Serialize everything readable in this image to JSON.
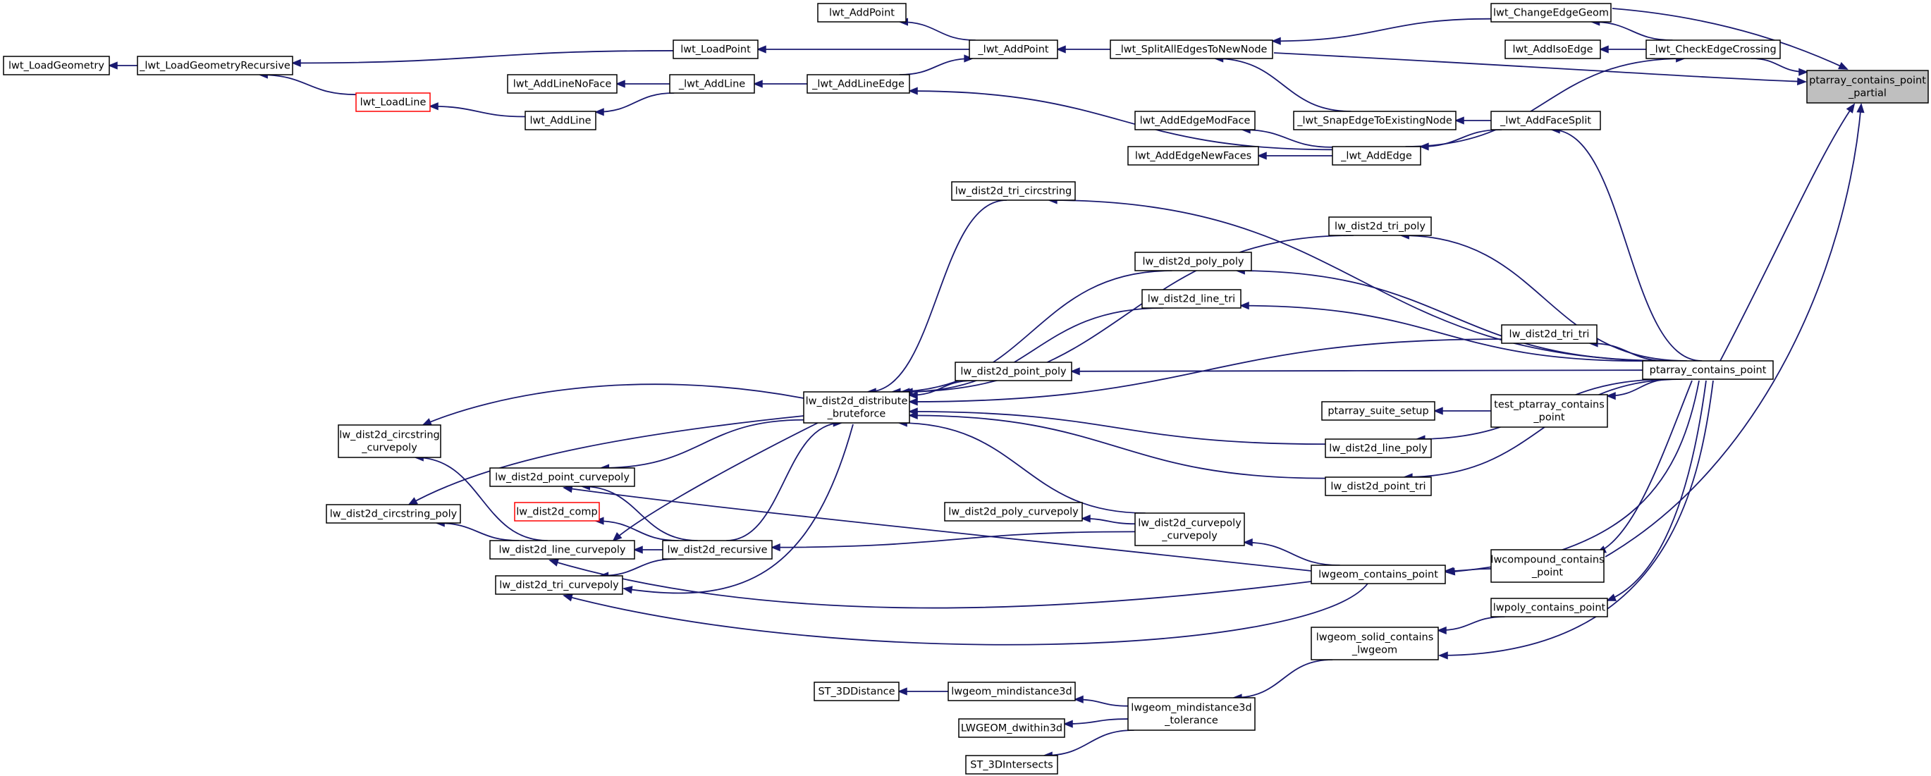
{
  "graph": {
    "root": "ptarray_contains_point_partial",
    "nodes": [
      {
        "id": "ptarray_contains_point_partial",
        "lines": [
          "ptarray_contains_point",
          "_partial"
        ],
        "style": "root"
      },
      {
        "id": "lwt_LoadGeometry",
        "lines": [
          "lwt_LoadGeometry"
        ],
        "style": "normal"
      },
      {
        "id": "_lwt_LoadGeometryRecursive",
        "lines": [
          "_lwt_LoadGeometryRecursive"
        ],
        "style": "normal"
      },
      {
        "id": "lwt_LoadPoint",
        "lines": [
          "lwt_LoadPoint"
        ],
        "style": "normal"
      },
      {
        "id": "lwt_AddPoint",
        "lines": [
          "lwt_AddPoint"
        ],
        "style": "normal"
      },
      {
        "id": "_lwt_AddPoint",
        "lines": [
          "_lwt_AddPoint"
        ],
        "style": "normal"
      },
      {
        "id": "_lwt_SplitAllEdgesToNewNode",
        "lines": [
          "_lwt_SplitAllEdgesToNewNode"
        ],
        "style": "normal"
      },
      {
        "id": "lwt_ChangeEdgeGeom",
        "lines": [
          "lwt_ChangeEdgeGeom"
        ],
        "style": "normal"
      },
      {
        "id": "lwt_AddIsoEdge",
        "lines": [
          "lwt_AddIsoEdge"
        ],
        "style": "normal"
      },
      {
        "id": "_lwt_CheckEdgeCrossing",
        "lines": [
          "_lwt_CheckEdgeCrossing"
        ],
        "style": "normal"
      },
      {
        "id": "lwt_LoadLine",
        "lines": [
          "lwt_LoadLine"
        ],
        "style": "red"
      },
      {
        "id": "lwt_AddLineNoFace",
        "lines": [
          "lwt_AddLineNoFace"
        ],
        "style": "normal"
      },
      {
        "id": "_lwt_AddLine",
        "lines": [
          "_lwt_AddLine"
        ],
        "style": "normal"
      },
      {
        "id": "_lwt_AddLineEdge",
        "lines": [
          "_lwt_AddLineEdge"
        ],
        "style": "normal"
      },
      {
        "id": "lwt_AddLine",
        "lines": [
          "lwt_AddLine"
        ],
        "style": "normal"
      },
      {
        "id": "_lwt_SnapEdgeToExistingNode",
        "lines": [
          "_lwt_SnapEdgeToExistingNode"
        ],
        "style": "normal"
      },
      {
        "id": "_lwt_AddFaceSplit",
        "lines": [
          "_lwt_AddFaceSplit"
        ],
        "style": "normal"
      },
      {
        "id": "lwt_AddEdgeModFace",
        "lines": [
          "lwt_AddEdgeModFace"
        ],
        "style": "normal"
      },
      {
        "id": "lwt_AddEdgeNewFaces",
        "lines": [
          "lwt_AddEdgeNewFaces"
        ],
        "style": "normal"
      },
      {
        "id": "_lwt_AddEdge",
        "lines": [
          "_lwt_AddEdge"
        ],
        "style": "normal"
      },
      {
        "id": "lw_dist2d_tri_circstring",
        "lines": [
          "lw_dist2d_tri_circstring"
        ],
        "style": "normal"
      },
      {
        "id": "lw_dist2d_tri_poly",
        "lines": [
          "lw_dist2d_tri_poly"
        ],
        "style": "normal"
      },
      {
        "id": "lw_dist2d_poly_poly",
        "lines": [
          "lw_dist2d_poly_poly"
        ],
        "style": "normal"
      },
      {
        "id": "lw_dist2d_line_tri",
        "lines": [
          "lw_dist2d_line_tri"
        ],
        "style": "normal"
      },
      {
        "id": "lw_dist2d_tri_tri",
        "lines": [
          "lw_dist2d_tri_tri"
        ],
        "style": "normal"
      },
      {
        "id": "lw_dist2d_point_poly",
        "lines": [
          "lw_dist2d_point_poly"
        ],
        "style": "normal"
      },
      {
        "id": "ptarray_contains_point",
        "lines": [
          "ptarray_contains_point"
        ],
        "style": "normal"
      },
      {
        "id": "lw_dist2d_distribute_bruteforce",
        "lines": [
          "lw_dist2d_distribute",
          "_bruteforce"
        ],
        "style": "normal"
      },
      {
        "id": "ptarray_suite_setup",
        "lines": [
          "ptarray_suite_setup"
        ],
        "style": "normal"
      },
      {
        "id": "test_ptarray_contains_point",
        "lines": [
          "test_ptarray_contains",
          "_point"
        ],
        "style": "normal"
      },
      {
        "id": "lw_dist2d_circstring_curvepoly",
        "lines": [
          "lw_dist2d_circstring",
          "_curvepoly"
        ],
        "style": "normal"
      },
      {
        "id": "lw_dist2d_line_poly",
        "lines": [
          "lw_dist2d_line_poly"
        ],
        "style": "normal"
      },
      {
        "id": "lw_dist2d_point_curvepoly",
        "lines": [
          "lw_dist2d_point_curvepoly"
        ],
        "style": "normal"
      },
      {
        "id": "lw_dist2d_point_tri",
        "lines": [
          "lw_dist2d_point_tri"
        ],
        "style": "normal"
      },
      {
        "id": "lw_dist2d_circstring_poly",
        "lines": [
          "lw_dist2d_circstring_poly"
        ],
        "style": "normal"
      },
      {
        "id": "lw_dist2d_comp",
        "lines": [
          "lw_dist2d_comp"
        ],
        "style": "red"
      },
      {
        "id": "lw_dist2d_poly_curvepoly",
        "lines": [
          "lw_dist2d_poly_curvepoly"
        ],
        "style": "normal"
      },
      {
        "id": "lw_dist2d_curvepoly_curvepoly",
        "lines": [
          "lw_dist2d_curvepoly",
          "_curvepoly"
        ],
        "style": "normal"
      },
      {
        "id": "lw_dist2d_line_curvepoly",
        "lines": [
          "lw_dist2d_line_curvepoly"
        ],
        "style": "normal"
      },
      {
        "id": "lw_dist2d_recursive",
        "lines": [
          "lw_dist2d_recursive"
        ],
        "style": "normal"
      },
      {
        "id": "lwcompound_contains_point",
        "lines": [
          "lwcompound_contains",
          "_point"
        ],
        "style": "normal"
      },
      {
        "id": "lwgeom_contains_point",
        "lines": [
          "lwgeom_contains_point"
        ],
        "style": "normal"
      },
      {
        "id": "lw_dist2d_tri_curvepoly",
        "lines": [
          "lw_dist2d_tri_curvepoly"
        ],
        "style": "normal"
      },
      {
        "id": "lwpoly_contains_point",
        "lines": [
          "lwpoly_contains_point"
        ],
        "style": "normal"
      },
      {
        "id": "lwgeom_solid_contains_lwgeom",
        "lines": [
          "lwgeom_solid_contains",
          "_lwgeom"
        ],
        "style": "normal"
      },
      {
        "id": "ST_3DDistance",
        "lines": [
          "ST_3DDistance"
        ],
        "style": "normal"
      },
      {
        "id": "lwgeom_mindistance3d",
        "lines": [
          "lwgeom_mindistance3d"
        ],
        "style": "normal"
      },
      {
        "id": "lwgeom_mindistance3d_tolerance",
        "lines": [
          "lwgeom_mindistance3d",
          "_tolerance"
        ],
        "style": "normal"
      },
      {
        "id": "LWGEOM_dwithin3d",
        "lines": [
          "LWGEOM_dwithin3d"
        ],
        "style": "normal"
      },
      {
        "id": "ST_3DIntersects",
        "lines": [
          "ST_3DIntersects"
        ],
        "style": "normal"
      }
    ],
    "edges": [
      {
        "from": "_lwt_CheckEdgeCrossing",
        "to": "ptarray_contains_point_partial"
      },
      {
        "from": "lwt_ChangeEdgeGeom",
        "to": "ptarray_contains_point_partial"
      },
      {
        "from": "_lwt_SplitAllEdgesToNewNode",
        "to": "ptarray_contains_point_partial"
      },
      {
        "from": "ptarray_contains_point",
        "to": "ptarray_contains_point_partial"
      },
      {
        "from": "lwcompound_contains_point",
        "to": "ptarray_contains_point_partial"
      },
      {
        "from": "_lwt_LoadGeometryRecursive",
        "to": "lwt_LoadGeometry"
      },
      {
        "from": "lwt_LoadPoint",
        "to": "_lwt_LoadGeometryRecursive"
      },
      {
        "from": "lwt_LoadLine",
        "to": "_lwt_LoadGeometryRecursive"
      },
      {
        "from": "_lwt_AddPoint",
        "to": "lwt_LoadPoint"
      },
      {
        "from": "_lwt_AddPoint",
        "to": "lwt_AddPoint"
      },
      {
        "from": "_lwt_SplitAllEdgesToNewNode",
        "to": "_lwt_AddPoint"
      },
      {
        "from": "lwt_ChangeEdgeGeom",
        "to": "_lwt_SplitAllEdgesToNewNode"
      },
      {
        "from": "_lwt_CheckEdgeCrossing",
        "to": "lwt_ChangeEdgeGeom"
      },
      {
        "from": "_lwt_CheckEdgeCrossing",
        "to": "lwt_AddIsoEdge"
      },
      {
        "from": "_lwt_AddEdge",
        "to": "_lwt_CheckEdgeCrossing"
      },
      {
        "from": "_lwt_AddLineEdge",
        "to": "_lwt_AddPoint"
      },
      {
        "from": "_lwt_AddLine",
        "to": "lwt_AddLineNoFace"
      },
      {
        "from": "_lwt_AddLine",
        "to": "lwt_AddLine"
      },
      {
        "from": "_lwt_AddLineEdge",
        "to": "_lwt_AddLine"
      },
      {
        "from": "lwt_AddLine",
        "to": "lwt_LoadLine"
      },
      {
        "from": "_lwt_SnapEdgeToExistingNode",
        "to": "_lwt_SplitAllEdgesToNewNode"
      },
      {
        "from": "_lwt_AddFaceSplit",
        "to": "_lwt_SnapEdgeToExistingNode"
      },
      {
        "from": "_lwt_AddFaceSplit",
        "to": "_lwt_AddEdge"
      },
      {
        "from": "ptarray_contains_point",
        "to": "_lwt_AddFaceSplit"
      },
      {
        "from": "_lwt_AddEdge",
        "to": "lwt_AddEdgeModFace"
      },
      {
        "from": "_lwt_AddEdge",
        "to": "lwt_AddEdgeNewFaces"
      },
      {
        "from": "_lwt_AddEdge",
        "to": "_lwt_AddLineEdge"
      },
      {
        "from": "ptarray_contains_point",
        "to": "lw_dist2d_tri_circstring"
      },
      {
        "from": "ptarray_contains_point",
        "to": "lw_dist2d_tri_poly"
      },
      {
        "from": "ptarray_contains_point",
        "to": "lw_dist2d_poly_poly"
      },
      {
        "from": "ptarray_contains_point",
        "to": "lw_dist2d_line_tri"
      },
      {
        "from": "ptarray_contains_point",
        "to": "lw_dist2d_tri_tri"
      },
      {
        "from": "ptarray_contains_point",
        "to": "lw_dist2d_point_poly"
      },
      {
        "from": "ptarray_contains_point",
        "to": "test_ptarray_contains_point"
      },
      {
        "from": "ptarray_contains_point",
        "to": "lw_dist2d_line_poly"
      },
      {
        "from": "ptarray_contains_point",
        "to": "lw_dist2d_point_tri"
      },
      {
        "from": "ptarray_contains_point",
        "to": "lwgeom_contains_point"
      },
      {
        "from": "ptarray_contains_point",
        "to": "lwcompound_contains_point"
      },
      {
        "from": "ptarray_contains_point",
        "to": "lwpoly_contains_point"
      },
      {
        "from": "ptarray_contains_point",
        "to": "lwgeom_solid_contains_lwgeom"
      },
      {
        "from": "lw_dist2d_tri_circstring",
        "to": "lw_dist2d_distribute_bruteforce"
      },
      {
        "from": "lw_dist2d_tri_poly",
        "to": "lw_dist2d_distribute_bruteforce"
      },
      {
        "from": "lw_dist2d_poly_poly",
        "to": "lw_dist2d_distribute_bruteforce"
      },
      {
        "from": "lw_dist2d_line_tri",
        "to": "lw_dist2d_distribute_bruteforce"
      },
      {
        "from": "lw_dist2d_tri_tri",
        "to": "lw_dist2d_distribute_bruteforce"
      },
      {
        "from": "lw_dist2d_point_poly",
        "to": "lw_dist2d_distribute_bruteforce"
      },
      {
        "from": "lw_dist2d_line_poly",
        "to": "lw_dist2d_distribute_bruteforce"
      },
      {
        "from": "lw_dist2d_point_tri",
        "to": "lw_dist2d_distribute_bruteforce"
      },
      {
        "from": "test_ptarray_contains_point",
        "to": "ptarray_suite_setup"
      },
      {
        "from": "lw_dist2d_distribute_bruteforce",
        "to": "lw_dist2d_circstring_curvepoly"
      },
      {
        "from": "lw_dist2d_distribute_bruteforce",
        "to": "lw_dist2d_point_curvepoly"
      },
      {
        "from": "lw_dist2d_distribute_bruteforce",
        "to": "lw_dist2d_circstring_poly"
      },
      {
        "from": "lw_dist2d_distribute_bruteforce",
        "to": "lw_dist2d_line_curvepoly"
      },
      {
        "from": "lw_dist2d_distribute_bruteforce",
        "to": "lw_dist2d_tri_curvepoly"
      },
      {
        "from": "lw_dist2d_recursive",
        "to": "lw_dist2d_distribute_bruteforce"
      },
      {
        "from": "lw_dist2d_curvepoly_curvepoly",
        "to": "lw_dist2d_poly_curvepoly"
      },
      {
        "from": "lw_dist2d_curvepoly_curvepoly",
        "to": "lw_dist2d_distribute_bruteforce"
      },
      {
        "from": "lw_dist2d_curvepoly_curvepoly",
        "to": "lw_dist2d_recursive"
      },
      {
        "from": "lwgeom_contains_point",
        "to": "lw_dist2d_curvepoly_curvepoly"
      },
      {
        "from": "lwgeom_contains_point",
        "to": "lw_dist2d_point_curvepoly"
      },
      {
        "from": "lwgeom_contains_point",
        "to": "lw_dist2d_line_curvepoly"
      },
      {
        "from": "lwgeom_contains_point",
        "to": "lw_dist2d_tri_curvepoly"
      },
      {
        "from": "lwcompound_contains_point",
        "to": "lwgeom_contains_point"
      },
      {
        "from": "lw_dist2d_recursive",
        "to": "lw_dist2d_comp"
      },
      {
        "from": "lw_dist2d_recursive",
        "to": "lw_dist2d_point_curvepoly"
      },
      {
        "from": "lw_dist2d_recursive",
        "to": "lw_dist2d_line_curvepoly"
      },
      {
        "from": "lw_dist2d_recursive",
        "to": "lw_dist2d_tri_curvepoly"
      },
      {
        "from": "lw_dist2d_line_curvepoly",
        "to": "lw_dist2d_circstring_curvepoly"
      },
      {
        "from": "lw_dist2d_line_curvepoly",
        "to": "lw_dist2d_circstring_poly"
      },
      {
        "from": "lwpoly_contains_point",
        "to": "lwgeom_solid_contains_lwgeom"
      },
      {
        "from": "lwgeom_solid_contains_lwgeom",
        "to": "lwgeom_mindistance3d_tolerance"
      },
      {
        "from": "lwgeom_mindistance3d_tolerance",
        "to": "lwgeom_mindistance3d"
      },
      {
        "from": "lwgeom_mindistance3d_tolerance",
        "to": "LWGEOM_dwithin3d"
      },
      {
        "from": "lwgeom_mindistance3d_tolerance",
        "to": "ST_3DIntersects"
      },
      {
        "from": "lwgeom_mindistance3d",
        "to": "ST_3DDistance"
      }
    ]
  }
}
